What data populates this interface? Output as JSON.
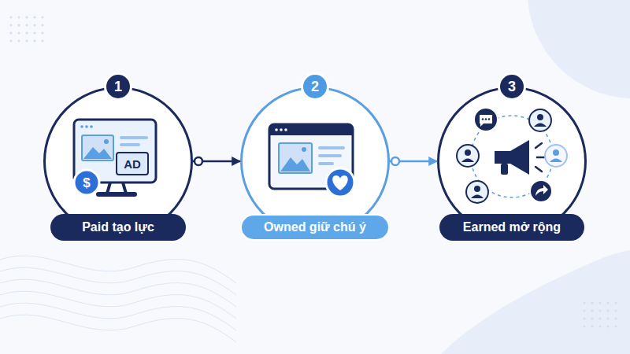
{
  "diagram": {
    "nodes": [
      {
        "text": [
          "1",
          "Paid tạo lực"
        ]
      },
      {
        "text": [
          "2",
          "Owned giữ chú ý"
        ]
      },
      {
        "text": [
          "3",
          "Earned mở rộng"
        ]
      }
    ],
    "edges": [
      {
        "from": 0,
        "to": 1,
        "arrow": "to"
      },
      {
        "from": 1,
        "to": 2,
        "arrow": "to"
      }
    ],
    "labels": [
      "AD",
      "$"
    ]
  }
}
